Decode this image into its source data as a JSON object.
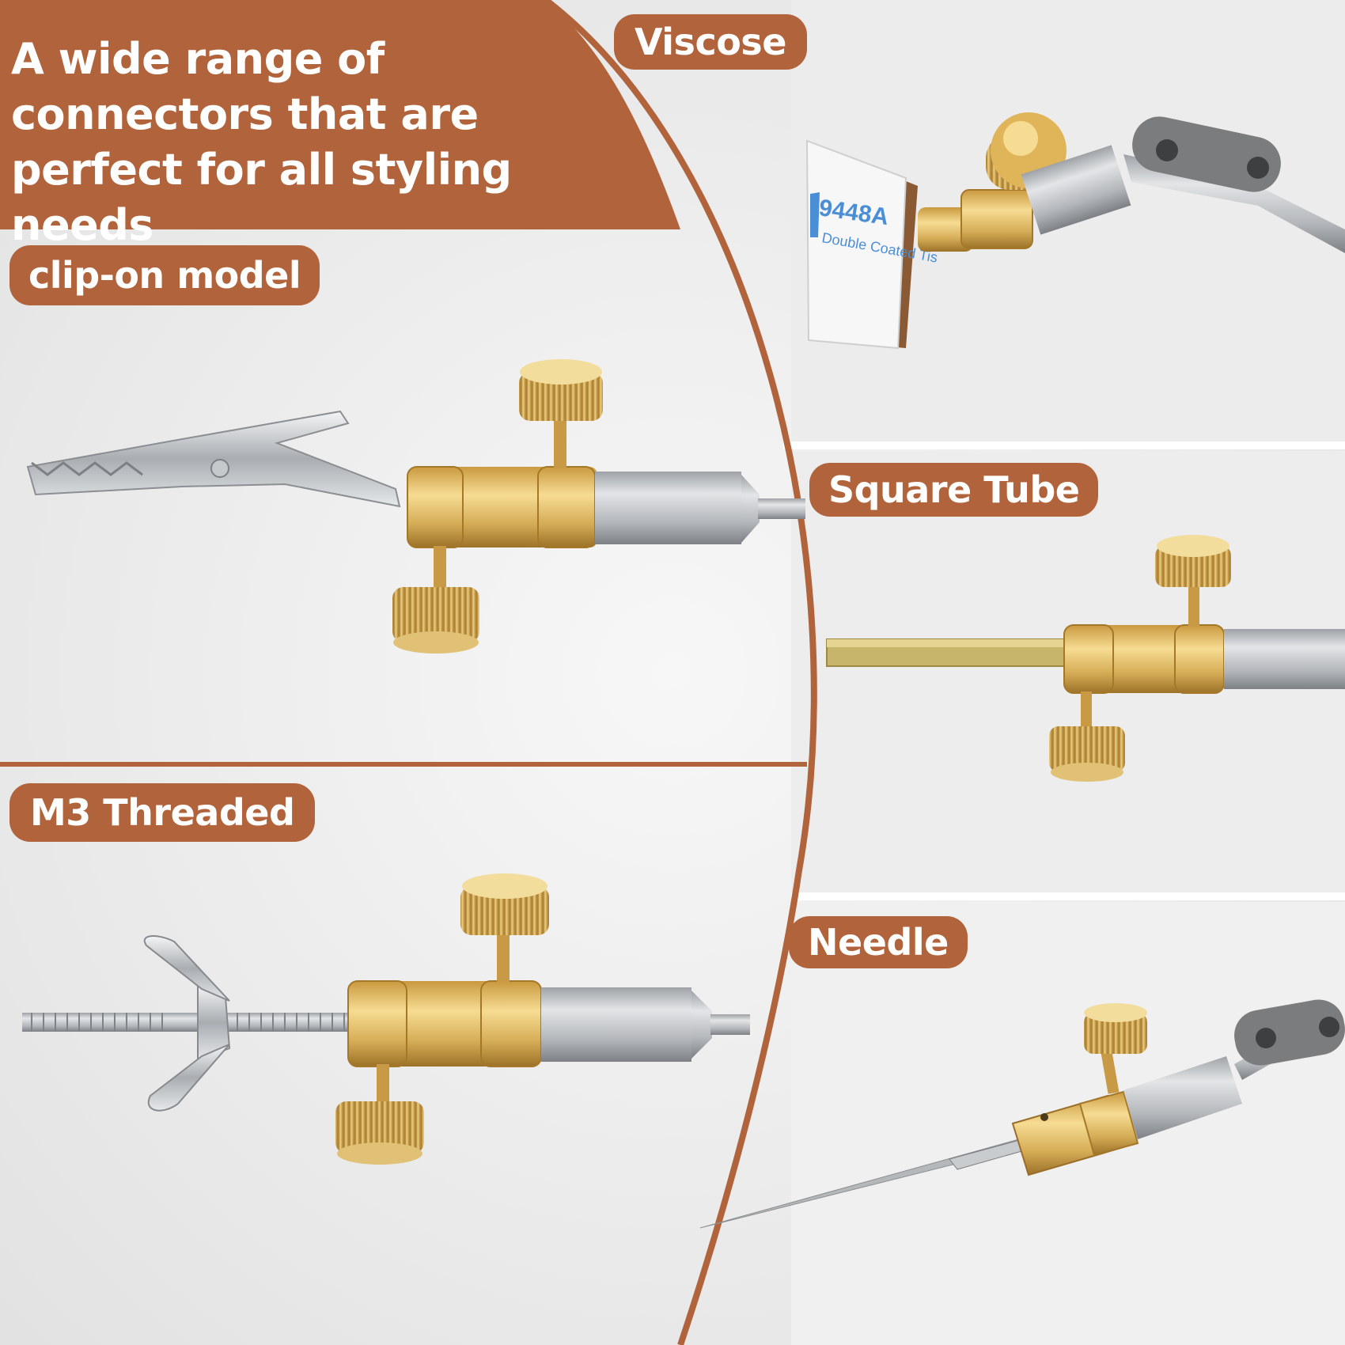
{
  "headline": "A wide range of connectors that are perfect for all styling needs",
  "labels": {
    "clip_on": "clip-on model",
    "m3_threaded": "M3 Threaded",
    "viscose": "Viscose",
    "square_tube": "Square Tube",
    "needle": "Needle"
  },
  "tape": {
    "code": "9448A",
    "text": "Double Coated Tis"
  },
  "colors": {
    "brand_copper": "#b1643b",
    "brass": "#d4ad55",
    "steel": "#b9bcbf",
    "background": "#efefef"
  }
}
